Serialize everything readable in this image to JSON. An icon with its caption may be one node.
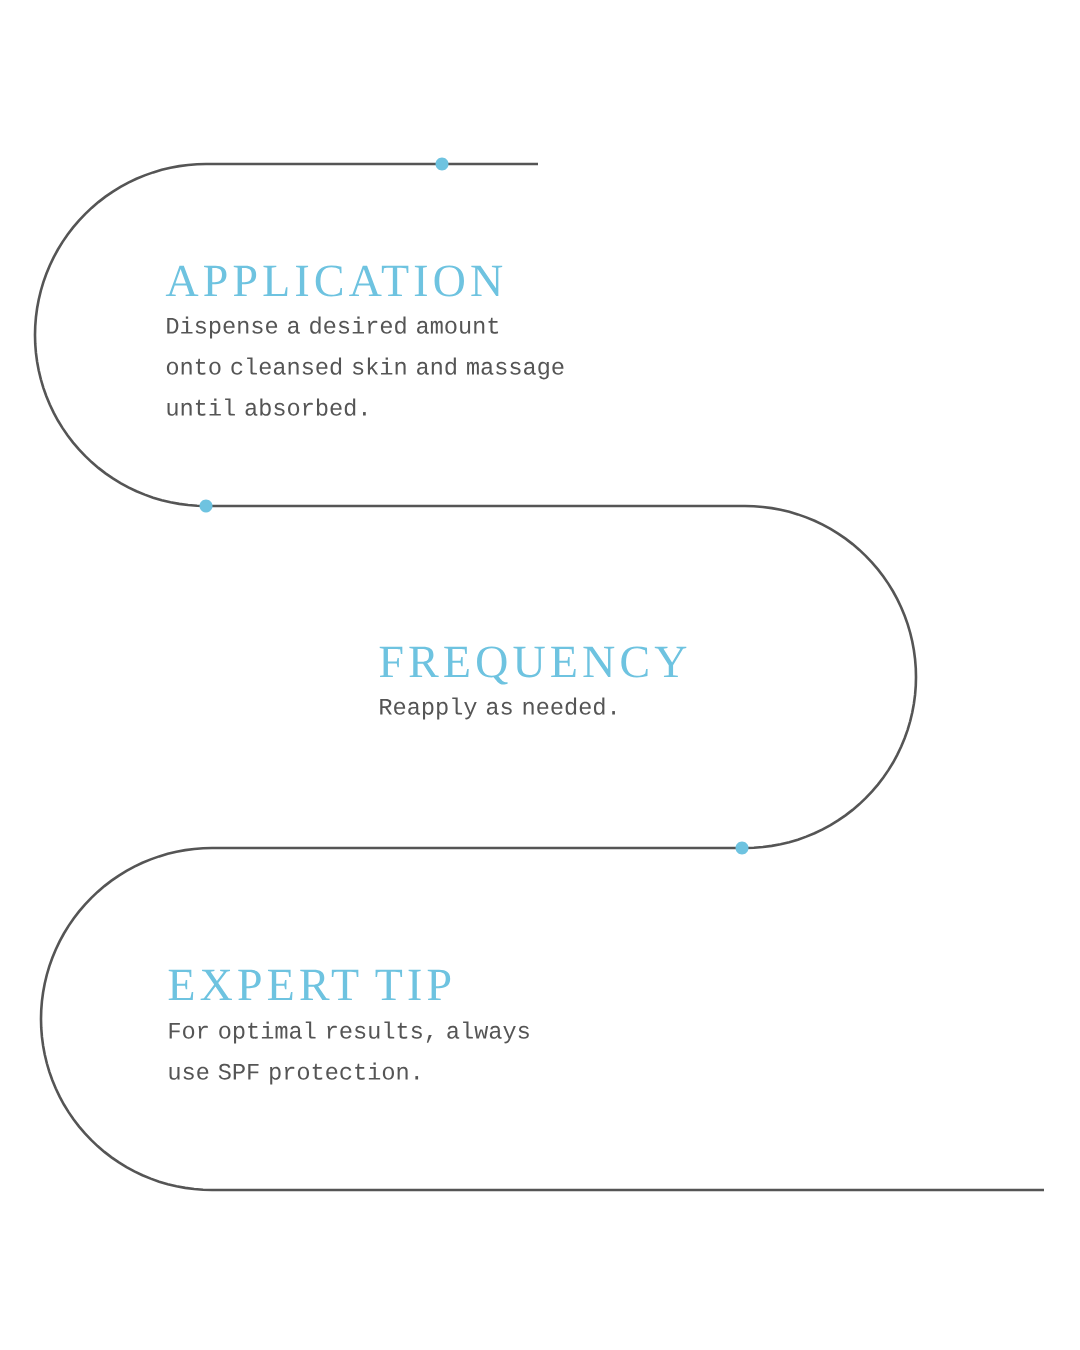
{
  "diagram": {
    "labels": [
      "APPLICATION",
      "Dispense a desired amount onto cleansed skin and massage until absorbed.",
      "FREQUENCY",
      "Reapply as needed.",
      "EXPERT TIP",
      "For optimal results, always use SPF protection."
    ]
  }
}
